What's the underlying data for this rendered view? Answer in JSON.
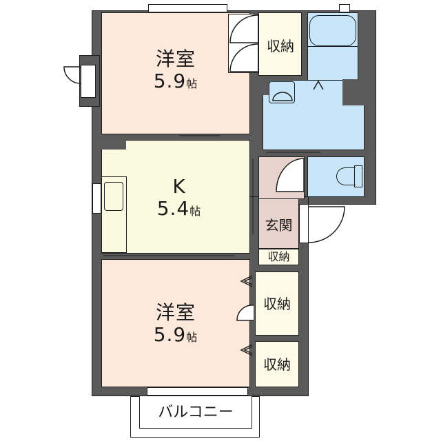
{
  "floorplan": {
    "colors": {
      "wall": "#5a5a5a",
      "western_room": "#fde9dc",
      "kitchen": "#fafae0",
      "storage": "#fdfbe8",
      "wet_area": "#c8e6fa",
      "entrance": "#e8d3cc",
      "outline": "#1e1e1e"
    },
    "rooms": [
      {
        "id": "western_room_north",
        "name": "洋室",
        "size": "5.9",
        "unit": "帖"
      },
      {
        "id": "kitchen",
        "name": "K",
        "size": "5.4",
        "unit": "帖"
      },
      {
        "id": "western_room_south",
        "name": "洋室",
        "size": "5.9",
        "unit": "帖"
      },
      {
        "id": "storage_north",
        "name": "収納"
      },
      {
        "id": "entrance",
        "name": "玄関"
      },
      {
        "id": "storage_entrance",
        "name": "収納"
      },
      {
        "id": "storage_south_1",
        "name": "収納"
      },
      {
        "id": "storage_south_2",
        "name": "収納"
      },
      {
        "id": "bathroom",
        "name": ""
      },
      {
        "id": "washroom",
        "name": ""
      },
      {
        "id": "toilet",
        "name": ""
      }
    ],
    "balcony": {
      "name": "バルコニー"
    }
  }
}
